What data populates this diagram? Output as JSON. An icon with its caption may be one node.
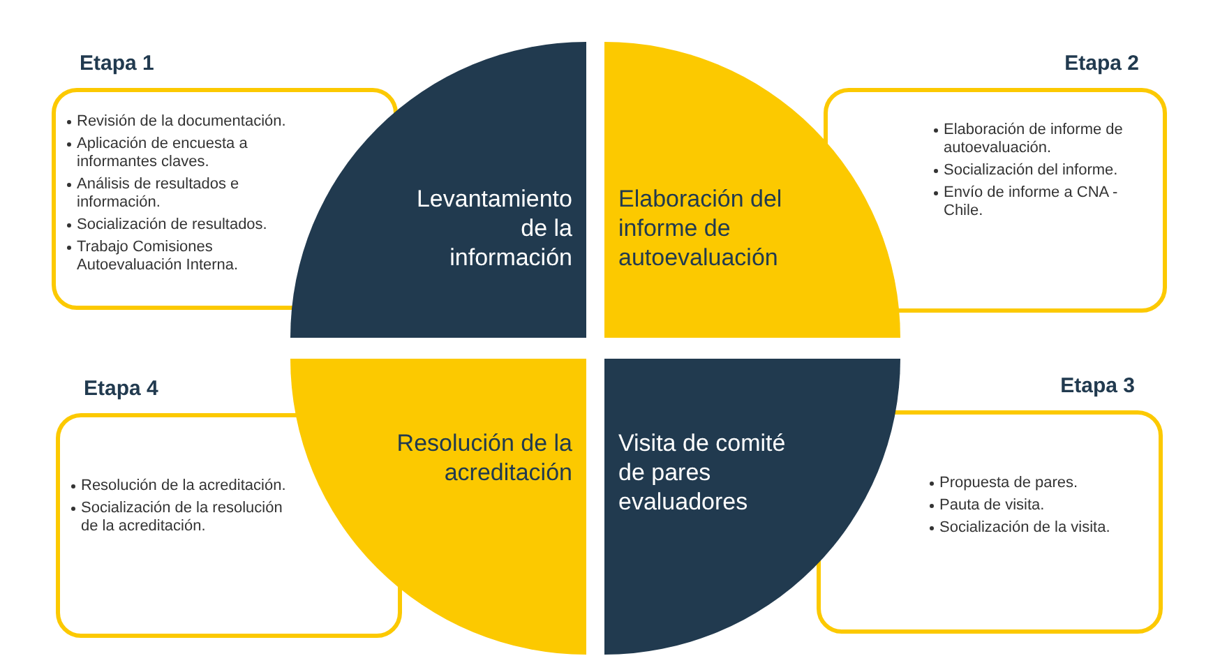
{
  "diagram": {
    "nodes": [
      {
        "text": [
          "Etapa 1",
          "Revisión de la documentación.",
          "Aplicación de encuesta a informantes claves.",
          "Análisis de resultados e información.",
          "Socialización de resultados.",
          "Trabajo Comisiones Autoevaluación Interna."
        ]
      },
      {
        "text": [
          "Levantamiento de la información"
        ]
      },
      {
        "text": [
          "Elaboración del informe de autoevaluación"
        ]
      },
      {
        "text": [
          "Etapa 2",
          "Elaboración de informe de autoevaluación.",
          "Socialización del informe.",
          "Envío de informe a CNA - Chile."
        ]
      },
      {
        "text": [
          "Etapa 4",
          "Resolución de la acreditación.",
          "Socialización de la resolución de la acreditación."
        ]
      },
      {
        "text": [
          "Resolución de la acreditación"
        ]
      },
      {
        "text": [
          "Visita de comité de pares evaluadores"
        ]
      },
      {
        "text": [
          "Etapa 3",
          "Propuesta de pares.",
          "Pauta de visita.",
          "Socialización de la visita."
        ]
      }
    ],
    "edges": []
  }
}
